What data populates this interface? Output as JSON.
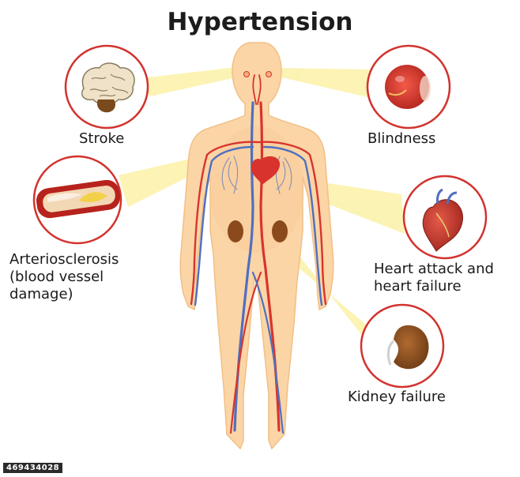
{
  "title": "Hypertension",
  "labels": {
    "stroke": "Stroke",
    "blindness": "Blindness",
    "arteriosclerosis": [
      "Arteriosclerosis",
      "(blood vessel",
      "damage)"
    ],
    "heart": [
      "Heart attack and",
      "heart failure"
    ],
    "kidney": "Kidney failure"
  },
  "stock_id": "469434028",
  "colors": {
    "skin": "#fbd5a6",
    "skin_edge": "#f2bf86",
    "callout_ray": "#fbf1a8",
    "circle_ring": "#d2332e",
    "artery": "#d8342d",
    "vein": "#4f6fc0"
  },
  "icons": [
    "brain-icon",
    "eye-icon",
    "artery-icon",
    "heart-icon",
    "kidney-icon"
  ]
}
